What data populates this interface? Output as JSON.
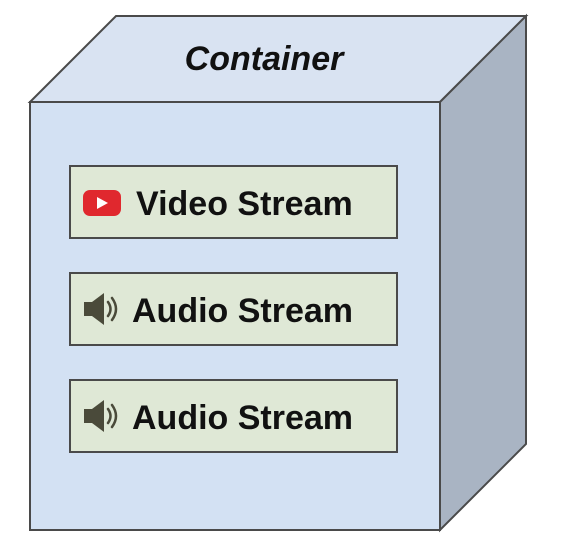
{
  "container": {
    "title": "Container",
    "colors": {
      "top_face": "#d9e3f2",
      "front_face": "#d3e1f3",
      "side_face": "#a9b4c3",
      "outline": "#4a4a4a"
    }
  },
  "streams": [
    {
      "label": "Video Stream",
      "icon": "video-play-icon",
      "icon_color": "#e0282e"
    },
    {
      "label": "Audio Stream",
      "icon": "speaker-icon",
      "icon_color": "#4a4a3a"
    },
    {
      "label": "Audio Stream",
      "icon": "speaker-icon",
      "icon_color": "#4a4a3a"
    }
  ],
  "stream_box_color": "#dfe8d6"
}
